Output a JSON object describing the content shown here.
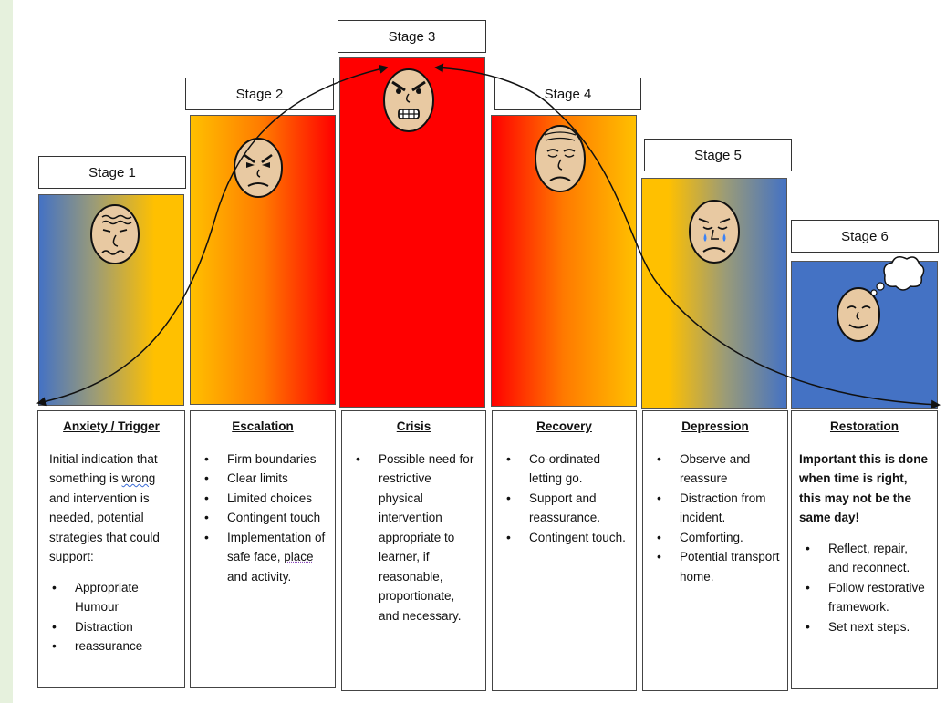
{
  "stages": [
    {
      "label": "Stage 1",
      "title": "Anxiety / Trigger"
    },
    {
      "label": "Stage 2",
      "title": "Escalation"
    },
    {
      "label": "Stage 3",
      "title": "Crisis"
    },
    {
      "label": "Stage 4",
      "title": "Recovery"
    },
    {
      "label": "Stage 5",
      "title": "Depression"
    },
    {
      "label": "Stage 6",
      "title": "Restoration"
    }
  ],
  "cards": {
    "anxiety": {
      "intro_1": "Initial indication that something is ",
      "intro_wrong": "wrong",
      "intro_2": " and intervention is needed, potential strategies that could support:",
      "items": [
        "Appropriate Humour",
        "Distraction",
        "reassurance"
      ]
    },
    "escalation": {
      "items": [
        "Firm boundaries",
        "Clear limits",
        "Limited choices",
        "Contingent touch"
      ],
      "last_item_1": "Implementation of safe face, ",
      "last_item_place": "place",
      "last_item_2": " and activity."
    },
    "crisis": {
      "items": [
        "Possible need for restrictive physical intervention appropriate to learner, if reasonable, proportionate, and necessary."
      ]
    },
    "recovery": {
      "items": [
        "Co-ordinated letting go.",
        "Support and reassurance.",
        "Contingent touch."
      ]
    },
    "depression": {
      "items": [
        "Observe and reassure",
        "Distraction from incident.",
        "Comforting.",
        "Potential transport home."
      ]
    },
    "restoration": {
      "note": "Important this is done when time is right, this may not be the same day!",
      "items": [
        "Reflect, repair, and reconnect.",
        "Follow restorative framework.",
        "Set next steps."
      ]
    }
  },
  "colors": {
    "blue": "#4472c4",
    "amber": "#ffc000",
    "red": "#ff0000",
    "skin": "#e8c9a2"
  }
}
